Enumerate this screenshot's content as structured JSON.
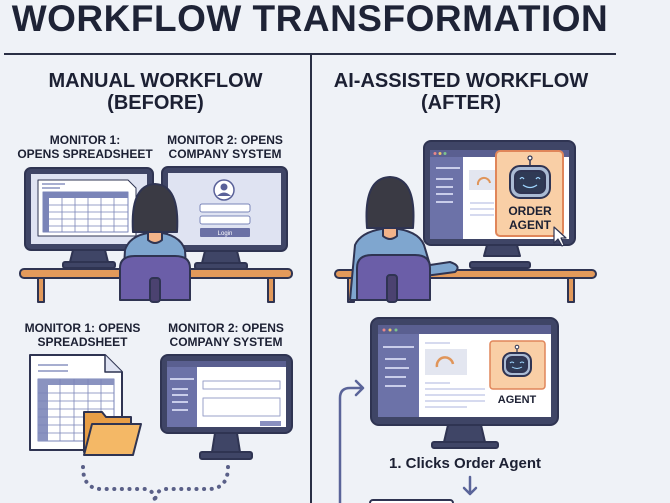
{
  "title": "WORKFLOW TRANSFORMATION",
  "manual": {
    "heading_line1": "MANUAL WORKFLOW",
    "heading_line2": "(BEFORE)",
    "scene1": {
      "monitor1_label_line1": "MONITOR 1:",
      "monitor1_label_line2": "OPENS SPREADSHEET",
      "monitor2_label_line1": "MONITOR 2: OPENS",
      "monitor2_label_line2": "COMPANY SYSTEM",
      "login_button": "Login"
    },
    "scene2": {
      "monitor1_label_line1": "MONITOR 1: OPENS",
      "monitor1_label_line2": "SPREADSHEET",
      "monitor2_label_line1": "MONITOR 2: OPENS",
      "monitor2_label_line2": "COMPANY SYSTEM"
    }
  },
  "ai": {
    "heading_line1": "AI-ASSISTED WORKFLOW",
    "heading_line2": "(AFTER)",
    "scene1": {
      "agent_card_line1": "ORDER",
      "agent_card_line2": "AGENT"
    },
    "scene2": {
      "agent_card_label": "AGENT",
      "step1": "1. Clicks Order Agent"
    }
  },
  "colors": {
    "background": "#eff2f7",
    "ink": "#1c2033",
    "monitor_frame": "#3f4566",
    "sidebar": "#6c72a8",
    "agent_card": "#f9cfa6",
    "agent_card_border": "#e0865a",
    "folder": "#f2b25c",
    "desk": "#e39a5b",
    "chair": "#6b5ea8",
    "shirt": "#7fa6cf",
    "hair": "#3a3a44"
  },
  "icons": [
    "user-avatar-icon",
    "spreadsheet-icon",
    "folder-icon",
    "robot-icon",
    "gauge-icon",
    "mouse-cursor-icon",
    "arrow-down-icon",
    "arrow-up-right-icon"
  ]
}
